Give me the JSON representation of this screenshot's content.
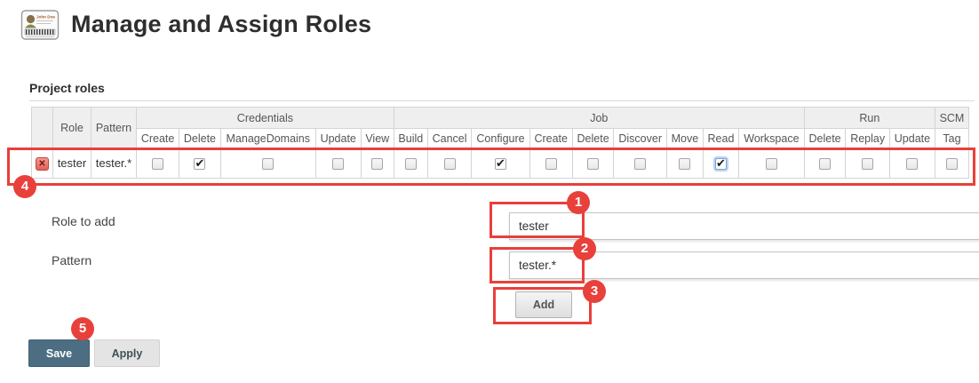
{
  "header": {
    "title": "Manage and Assign Roles",
    "icon": "user-id-card-icon",
    "icon_card_name": "John Doe"
  },
  "section": {
    "title": "Project roles"
  },
  "table": {
    "corner_headers": [
      "Role",
      "Pattern"
    ],
    "groups": [
      {
        "label": "Credentials",
        "permissions": [
          "Create",
          "Delete",
          "ManageDomains",
          "Update",
          "View"
        ]
      },
      {
        "label": "Job",
        "permissions": [
          "Build",
          "Cancel",
          "Configure",
          "Create",
          "Delete",
          "Discover",
          "Move",
          "Read",
          "Workspace"
        ]
      },
      {
        "label": "Run",
        "permissions": [
          "Delete",
          "Replay",
          "Update"
        ]
      },
      {
        "label": "SCM",
        "permissions": [
          "Tag"
        ]
      }
    ],
    "rows": [
      {
        "role": "tester",
        "pattern": "tester.*",
        "delete_icon": "delete-role-icon",
        "states": [
          [
            0,
            1,
            0,
            0,
            0
          ],
          [
            0,
            0,
            1,
            0,
            0,
            0,
            0,
            1,
            0
          ],
          [
            0,
            0,
            0
          ],
          [
            0
          ]
        ],
        "focused": [
          1,
          7
        ]
      }
    ]
  },
  "form": {
    "role_label": "Role to add",
    "role_value": "tester",
    "pattern_label": "Pattern",
    "pattern_value": "tester.*",
    "add_label": "Add"
  },
  "actions": {
    "save_label": "Save",
    "apply_label": "Apply"
  },
  "annotations": {
    "color": "#e8403a",
    "badges": [
      "1",
      "2",
      "3",
      "4",
      "5"
    ]
  },
  "colors": {
    "annotation_red": "#e8403a",
    "save_button_bg": "#4d6e82",
    "table_header_bg": "#efefef",
    "focus_ring_blue": "#7aa7d9"
  }
}
